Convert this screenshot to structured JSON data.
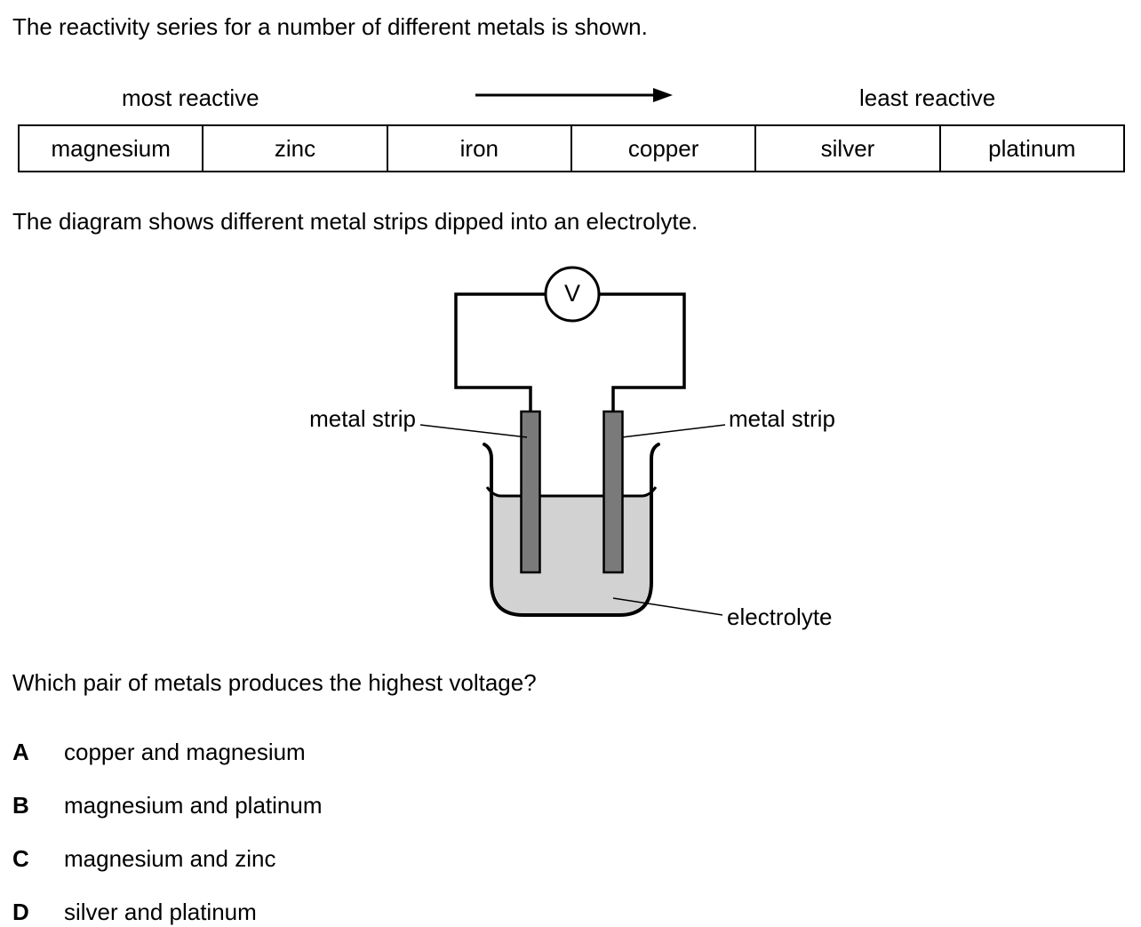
{
  "intro_text": "The reactivity series for a number of different metals is shown.",
  "reactivity": {
    "most_label": "most reactive",
    "least_label": "least reactive",
    "metals": [
      "magnesium",
      "zinc",
      "iron",
      "copper",
      "silver",
      "platinum"
    ]
  },
  "diagram_intro": "The diagram shows different metal strips dipped into an electrolyte.",
  "diagram": {
    "voltmeter_label": "V",
    "left_strip_label": "metal strip",
    "right_strip_label": "metal strip",
    "electrolyte_label": "electrolyte"
  },
  "question": "Which pair of metals produces the highest voltage?",
  "options": [
    {
      "letter": "A",
      "text": "copper and magnesium"
    },
    {
      "letter": "B",
      "text": "magnesium and platinum"
    },
    {
      "letter": "C",
      "text": "magnesium and zinc"
    },
    {
      "letter": "D",
      "text": "silver and platinum"
    }
  ],
  "colors": {
    "line": "#000000",
    "electrolyte_fill": "#d2d2d2",
    "strip_fill": "#7a7a7a"
  }
}
